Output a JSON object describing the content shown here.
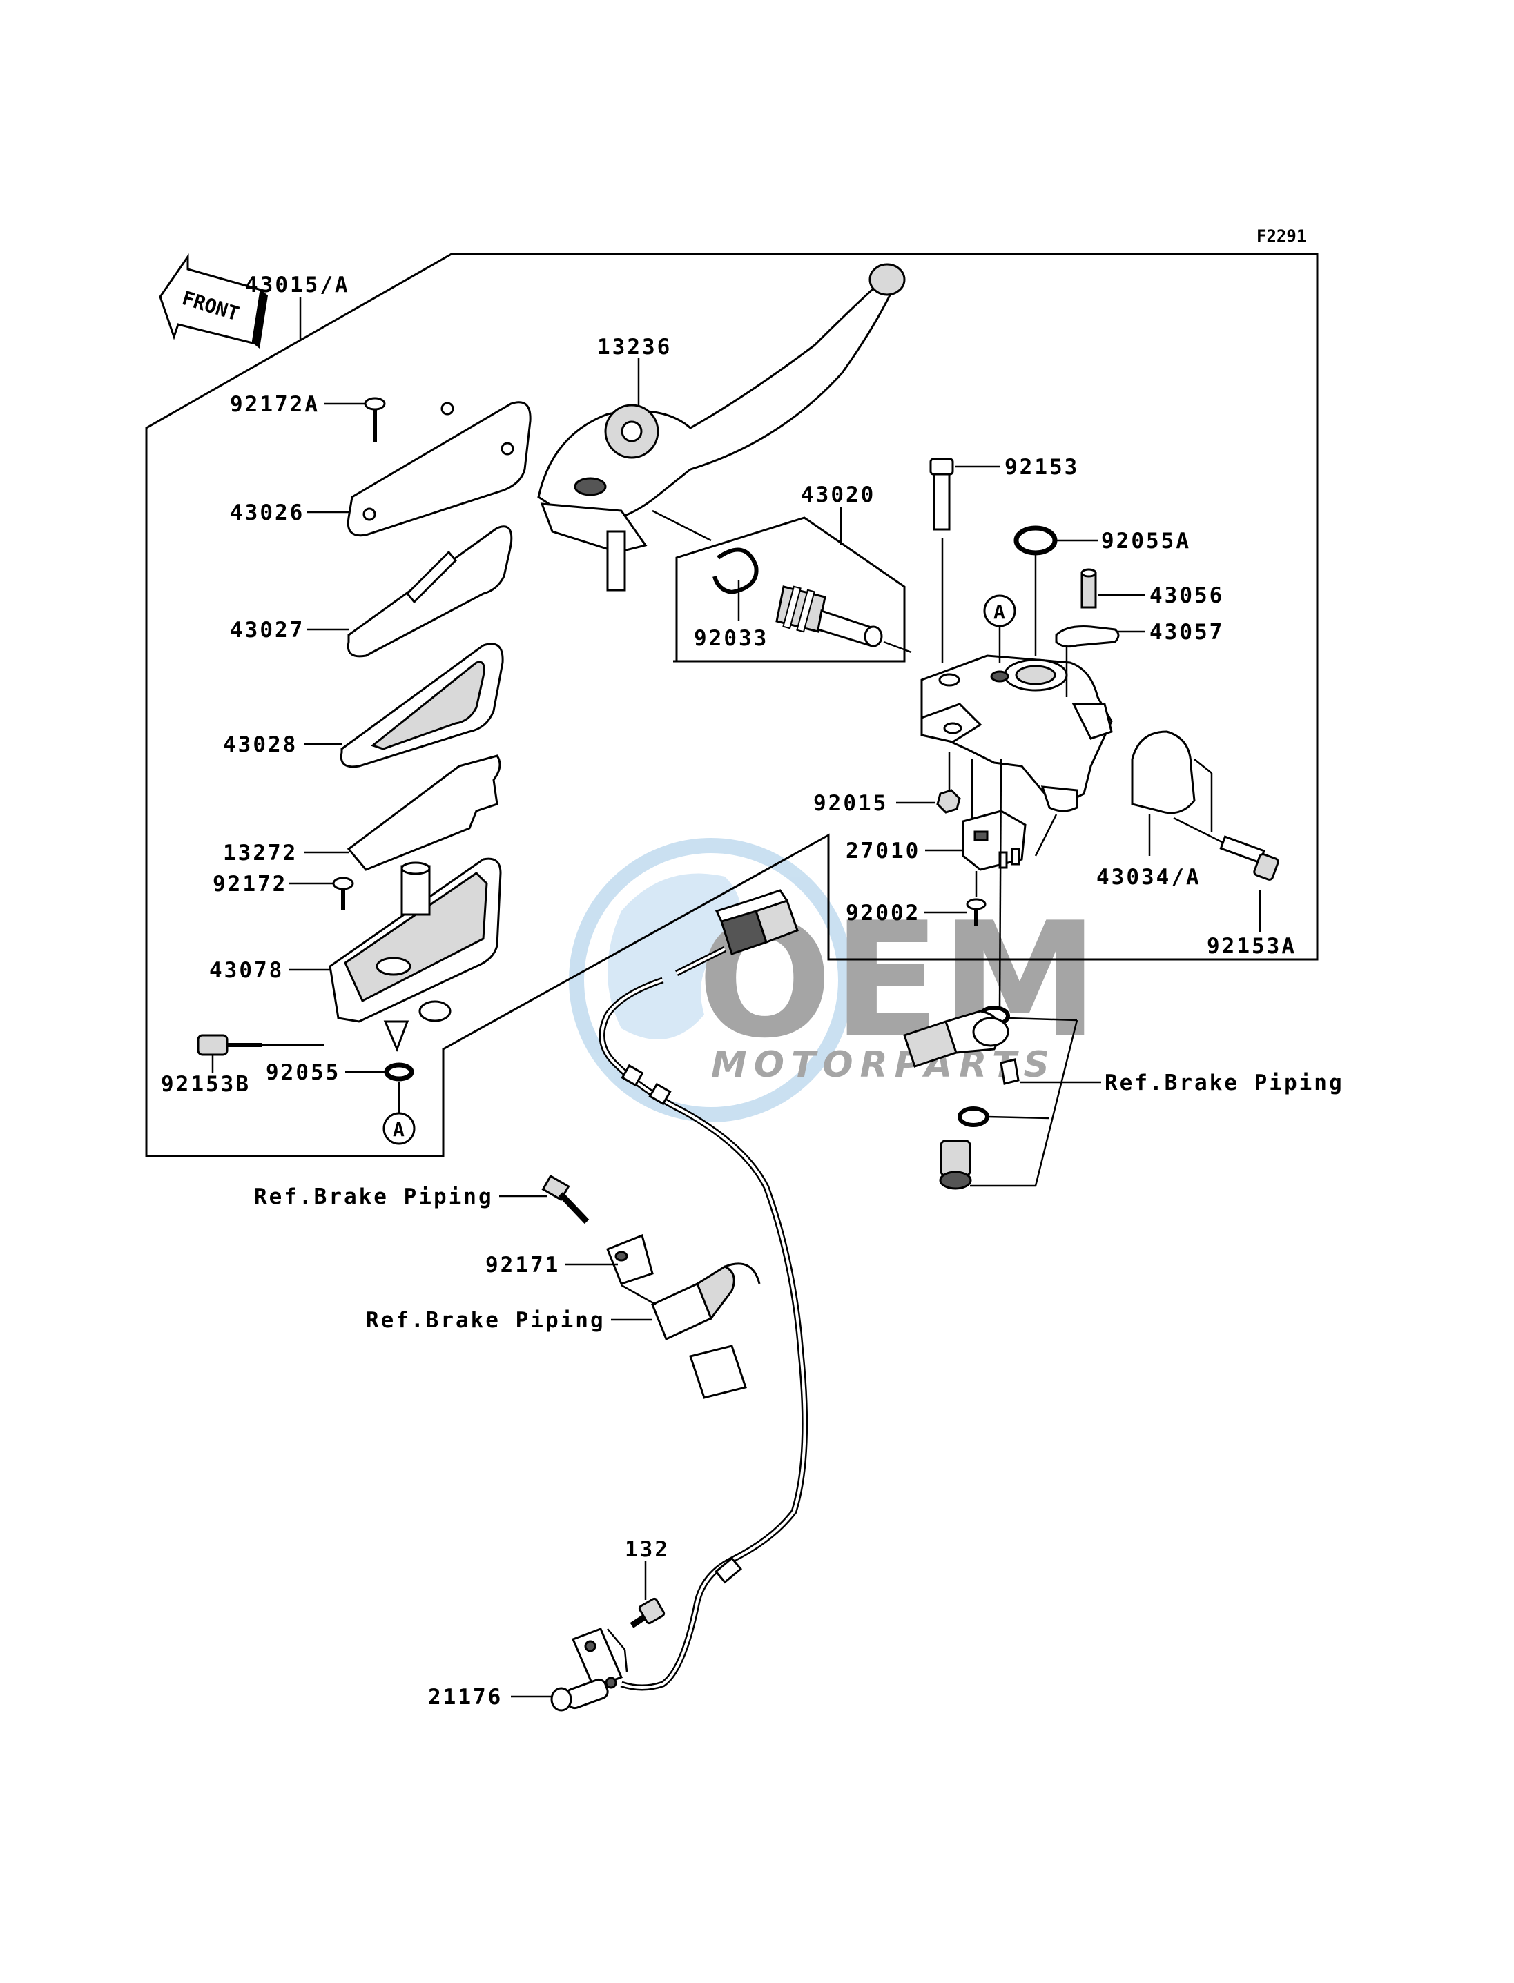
{
  "diagram": {
    "figure_code": "F2291",
    "front_arrow_text": "FRONT",
    "watermark": {
      "brand": "OEM",
      "sub": "MOTORPARTS"
    },
    "reference_marker": "A",
    "labels": {
      "p43015A": "43015/A",
      "p92172A": "92172A",
      "p43026": "43026",
      "p43027": "43027",
      "p43028": "43028",
      "p13272": "13272",
      "p92172": "92172",
      "p43078": "43078",
      "p92153B": "92153B",
      "p92055": "92055",
      "p13236": "13236",
      "p43020": "43020",
      "p92033": "92033",
      "p92153": "92153",
      "p92055A": "92055A",
      "p43056": "43056",
      "p43057": "43057",
      "p92015": "92015",
      "p27010": "27010",
      "p92002": "92002",
      "p43034A": "43034/A",
      "p92153A": "92153A",
      "ref1": "Ref.Brake Piping",
      "ref2": "Ref.Brake Piping",
      "ref3": "Ref.Brake Piping",
      "p92171": "92171",
      "p132": "132",
      "p21176": "21176"
    }
  }
}
